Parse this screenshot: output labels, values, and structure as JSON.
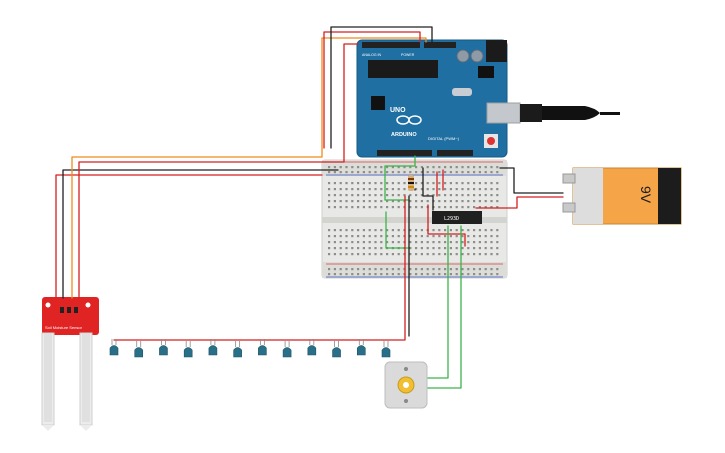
{
  "arduino": {
    "brand": "ARDUINO",
    "model": "UNO",
    "header_left": "ANALOG IN",
    "header_power": "POWER",
    "header_digital": "DIGITAL (PWM~)"
  },
  "battery": {
    "voltage_label": "9V"
  },
  "motor_driver": {
    "label": "L293D"
  },
  "sensor": {
    "label": "Soil Moisture Sensor"
  },
  "leds": {
    "count": 12,
    "color": "#2a6f88"
  },
  "colors": {
    "arduino_blue": "#1f6fa3",
    "wire_red": "#d32020",
    "wire_black": "#202020",
    "wire_green": "#3cb34a",
    "wire_orange": "#f08a1c",
    "sensor_red": "#e02424",
    "battery_orange": "#f5a548"
  }
}
